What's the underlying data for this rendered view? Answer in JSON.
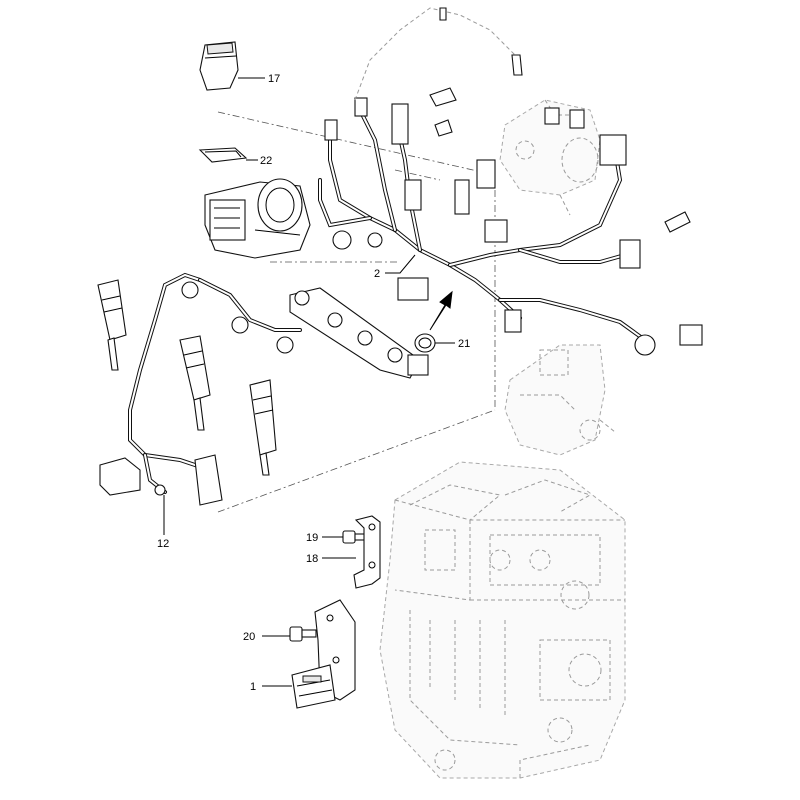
{
  "diagram": {
    "callouts": [
      {
        "id": "c17",
        "label": "17"
      },
      {
        "id": "c22",
        "label": "22"
      },
      {
        "id": "c2",
        "label": "2"
      },
      {
        "id": "c21",
        "label": "21"
      },
      {
        "id": "c12",
        "label": "12"
      },
      {
        "id": "c19",
        "label": "19"
      },
      {
        "id": "c18",
        "label": "18"
      },
      {
        "id": "c20",
        "label": "20"
      },
      {
        "id": "c1",
        "label": "1"
      }
    ]
  }
}
